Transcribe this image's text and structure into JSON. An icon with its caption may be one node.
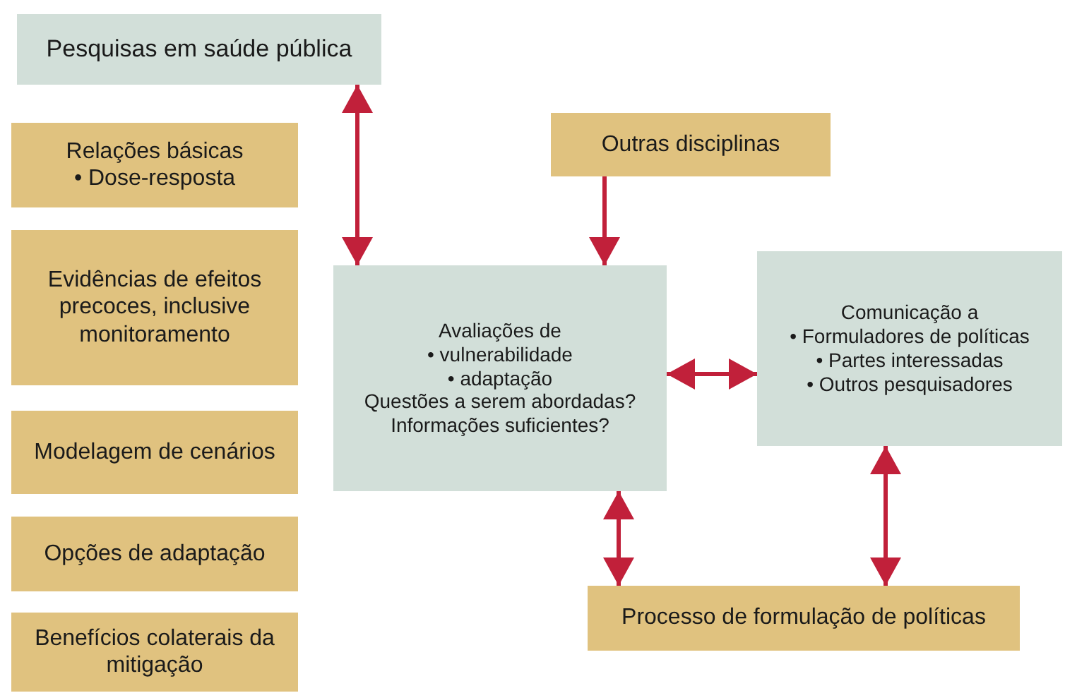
{
  "diagram": {
    "nodes": [
      {
        "text": [
          "Pesquisas em saúde pública"
        ]
      },
      {
        "text": [
          "Relações básicas",
          "• Dose-resposta"
        ]
      },
      {
        "text": [
          "Evidências de efeitos precoces, inclusive monitoramento"
        ]
      },
      {
        "text": [
          "Modelagem de cenários"
        ]
      },
      {
        "text": [
          "Opções de adaptação"
        ]
      },
      {
        "text": [
          "Benefícios colaterais da mitigação"
        ]
      },
      {
        "text": [
          "Outras disciplinas"
        ]
      },
      {
        "text": [
          "Avaliações de",
          "• vulnerabilidade",
          "• adaptação",
          "Questões a serem abordadas?",
          "Informações suficientes?"
        ]
      },
      {
        "text": [
          "Comunicação a",
          "• Formuladores de políticas",
          "• Partes interessadas",
          "• Outros pesquisadores"
        ]
      },
      {
        "text": [
          "Processo de formulação de políticas"
        ]
      }
    ],
    "edges": [
      {
        "from": 0,
        "to": 7,
        "arrow": "both"
      },
      {
        "from": 6,
        "to": 7,
        "arrow": "to"
      },
      {
        "from": 7,
        "to": 8,
        "arrow": "both"
      },
      {
        "from": 7,
        "to": 9,
        "arrow": "both"
      },
      {
        "from": 8,
        "to": 9,
        "arrow": "both"
      }
    ]
  }
}
